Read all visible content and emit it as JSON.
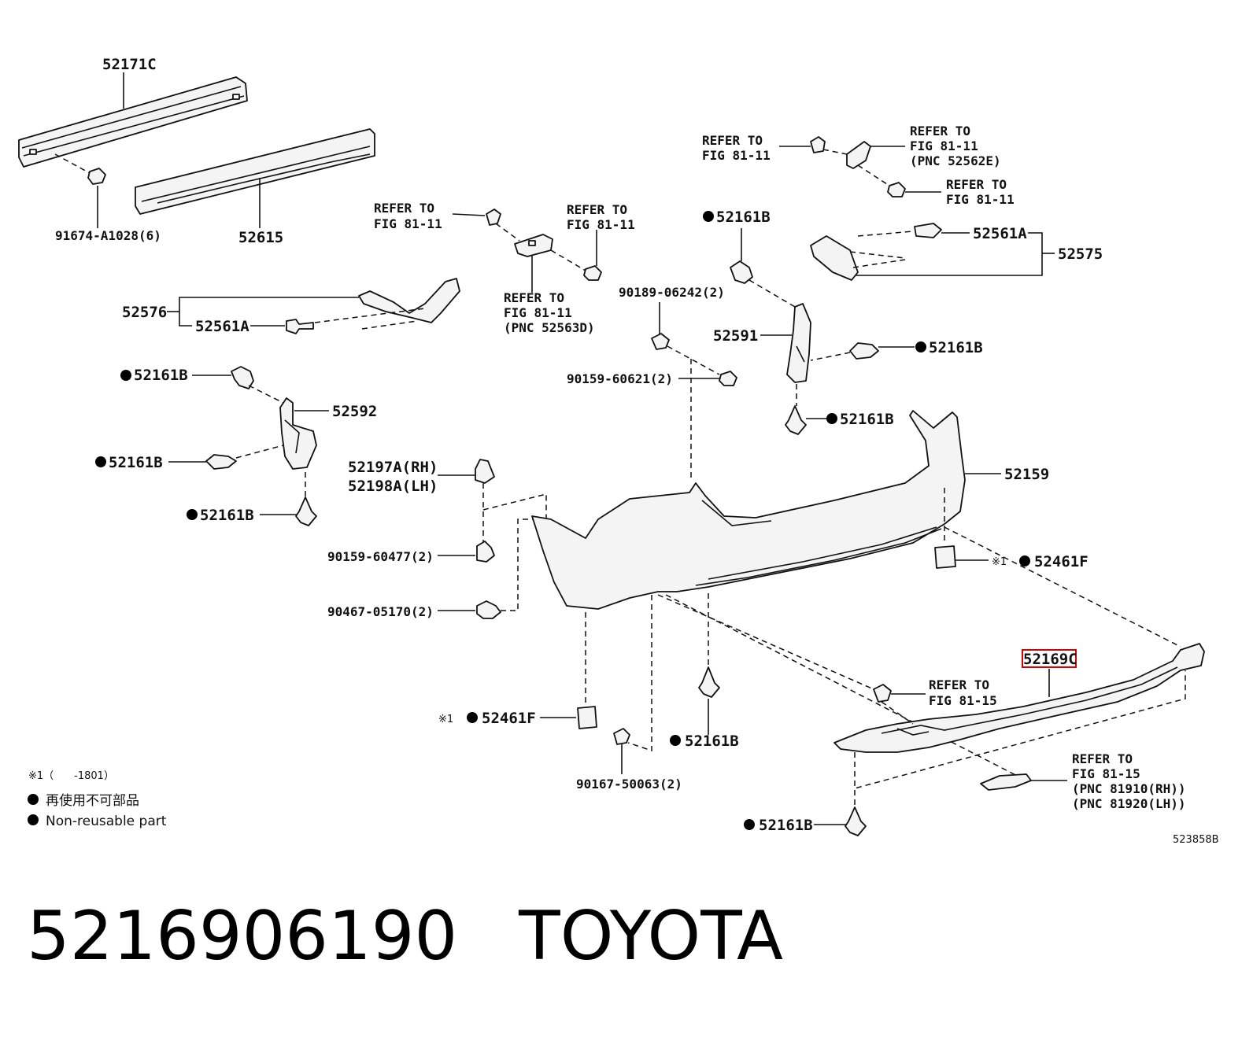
{
  "labels": {
    "p52171c": "52171C",
    "p91674": "91674-A1028(6)",
    "p52615": "52615",
    "ref1a": "REFER TO",
    "ref1b": "FIG 81-11",
    "ref2a": "REFER TO",
    "ref2b": "FIG 81-11",
    "ref3a": "REFER TO",
    "ref3b": "FIG 81-11",
    "ref3c": "(PNC 52563D)",
    "ref4a": "REFER TO",
    "ref4b": "FIG 81-11",
    "ref5a": "REFER TO",
    "ref5b": "FIG 81-11",
    "ref5c": "(PNC 52562E)",
    "ref6a": "REFER TO",
    "ref6b": "FIG 81-11",
    "p52576": "52576",
    "p52561a_l": "52561A",
    "p52561a_r": "52561A",
    "p52575": "52575",
    "p52161b_1": "52161B",
    "p52161b_2": "52161B",
    "p52161b_3": "52161B",
    "p52161b_4": "52161B",
    "p52161b_5": "52161B",
    "p52161b_6": "52161B",
    "p52161b_7": "52161B",
    "p52161b_8": "52161B",
    "p90189": "90189-06242(2)",
    "p90159_621": "90159-60621(2)",
    "p52591": "52591",
    "p52592": "52592",
    "p52197a": "52197A(RH)",
    "p52198a": "52198A(LH)",
    "p90159_477": "90159-60477(2)",
    "p90467": "90467-05170(2)",
    "p52159": "52159",
    "mark1a": "※1",
    "p52461f_r": "52461F",
    "mark1b": "※1",
    "p52461f_l": "52461F",
    "p52169c": "52169C",
    "ref7a": "REFER TO",
    "ref7b": "FIG 81-15",
    "ref8a": "REFER TO",
    "ref8b": "FIG 81-15",
    "ref8c": "(PNC 81910(RH))",
    "ref8d": "(PNC 81920(LH))",
    "p90167": "90167-50063(2)",
    "illustration_no": "523858B"
  },
  "legend": {
    "note1": "※1（　　-1801）",
    "jp": "再使用不可部品",
    "en": "Non-reusable part"
  },
  "footer": {
    "part_number": "5216906190",
    "brand": "TOYOTA"
  }
}
